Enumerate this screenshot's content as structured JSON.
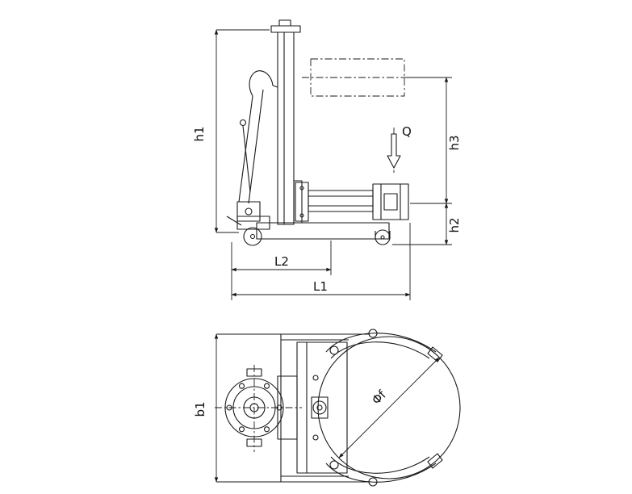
{
  "canvas": {
    "background": "#ffffff",
    "line_color": "#1a1a1a"
  },
  "side_view": {
    "load_label": "Q",
    "dims": {
      "h1": "h1",
      "h2": "h2",
      "h3": "h3",
      "L1": "L1",
      "L2": "L2"
    }
  },
  "plan_view": {
    "dims": {
      "b1": "b1",
      "diameter": "Φf"
    }
  }
}
